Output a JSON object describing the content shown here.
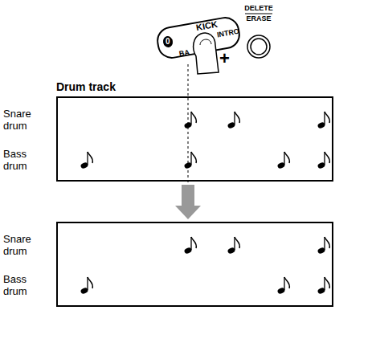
{
  "diagram": {
    "nodes": [
      {
        "text": [
          "Drum track",
          "Snare drum",
          "Bass drum"
        ]
      },
      {
        "text": [
          "Snare drum",
          "Bass drum"
        ]
      }
    ],
    "edges": [
      {
        "from": 0,
        "to": 1,
        "arrow": "to"
      }
    ],
    "labels": [
      "KICK",
      "INTRO",
      "BA",
      "0",
      "DELETE",
      "ERASE",
      "+"
    ]
  }
}
